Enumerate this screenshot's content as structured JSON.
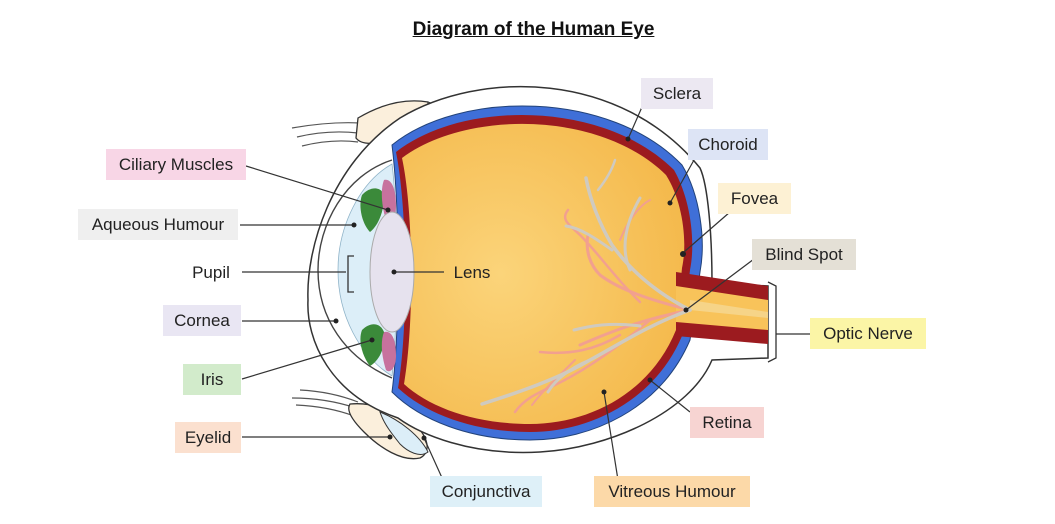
{
  "title": "Diagram of the Human Eye",
  "labels": {
    "ciliary_muscles": {
      "text": "Ciliary Muscles",
      "color": "#f8d6e6"
    },
    "aqueous_humour": {
      "text": "Aqueous Humour",
      "color": "#efefef"
    },
    "pupil": {
      "text": "Pupil",
      "color": ""
    },
    "cornea": {
      "text": "Cornea",
      "color": "#e9e6f3"
    },
    "iris": {
      "text": "Iris",
      "color": "#d2ebcb"
    },
    "eyelid": {
      "text": "Eyelid",
      "color": "#fbe0cf"
    },
    "conjunctiva": {
      "text": "Conjunctiva",
      "color": "#def0f8"
    },
    "lens": {
      "text": "Lens",
      "color": ""
    },
    "sclera": {
      "text": "Sclera",
      "color": "#ece8f2"
    },
    "choroid": {
      "text": "Choroid",
      "color": "#dde4f5"
    },
    "fovea": {
      "text": "Fovea",
      "color": "#fdf1d4"
    },
    "blind_spot": {
      "text": "Blind Spot",
      "color": "#e4e0d6"
    },
    "optic_nerve": {
      "text": "Optic Nerve",
      "color": "#fbf5a6"
    },
    "retina": {
      "text": "Retina",
      "color": "#f7d4d2"
    },
    "vitreous_humour": {
      "text": "Vitreous Humour",
      "color": "#fcd9a8"
    }
  },
  "colors": {
    "vitreous": "#f8c35a",
    "choroid": "#3f6fd8",
    "retina": "#9c1b1f",
    "iris": "#3b8a3a",
    "cornea_fluid": "#dceef8",
    "lens": "#e6e2ee",
    "vessels_pink": "#f2a08f",
    "vessels_grey": "#cfcac0",
    "eyelid": "#fbefdc"
  }
}
